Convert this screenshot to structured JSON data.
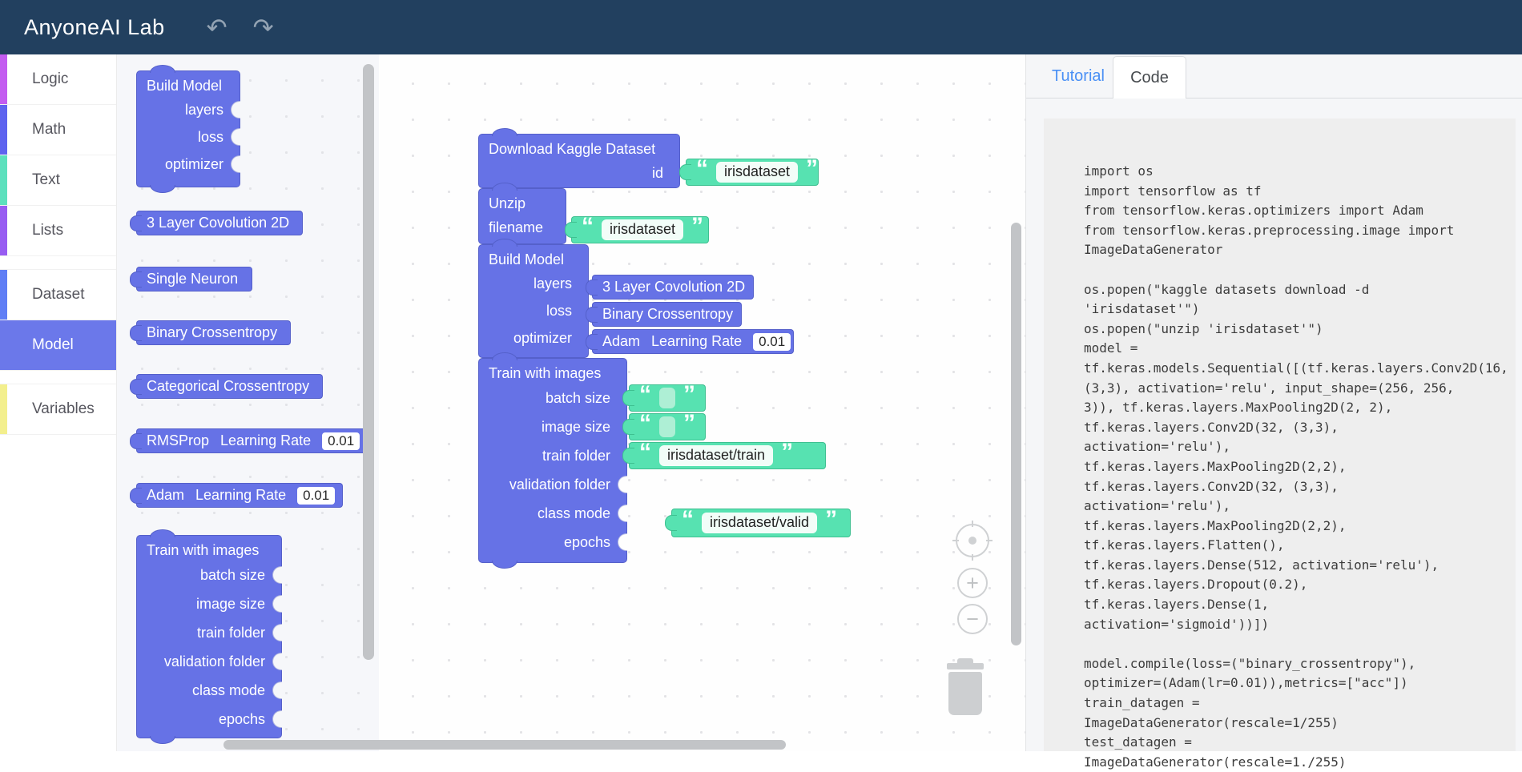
{
  "navbar": {
    "title": "AnyoneAI Lab",
    "undo_glyph": "↶",
    "redo_glyph": "↷"
  },
  "glyphs": {
    "quote_open": "“",
    "quote_close": "”",
    "zoom_in": "+",
    "zoom_out": "−"
  },
  "colors": {
    "navbar_bg": "#22405f",
    "block_blue": "#6672e6",
    "block_green": "#57e2b1",
    "selected_category_bg": "#6b78ea",
    "tutorial_link_blue": "#4a90f5"
  },
  "sidebar": {
    "categories": [
      {
        "label": "Logic",
        "color": "#c35cf0"
      },
      {
        "label": "Math",
        "color": "#5e63ef"
      },
      {
        "label": "Text",
        "color": "#5ce0bd"
      },
      {
        "label": "Lists",
        "color": "#985df2"
      },
      {
        "label": "Dataset",
        "color": "#5f7ef5"
      },
      {
        "label": "Model",
        "color": "#6b78ea",
        "selected": true
      },
      {
        "label": "Variables",
        "color": "#f3ef8d"
      }
    ]
  },
  "toolbox": {
    "blocks": [
      {
        "type": "statement",
        "label": "Build Model",
        "inputs": [
          "layers",
          "loss",
          "optimizer"
        ]
      },
      {
        "type": "value",
        "label": "3 Layer Covolution 2D"
      },
      {
        "type": "value",
        "label": "Single Neuron"
      },
      {
        "type": "value",
        "label": "Binary Crossentropy"
      },
      {
        "type": "value",
        "label": "Categorical Crossentropy"
      },
      {
        "type": "value",
        "label": "RMSProp",
        "field_label": "Learning Rate",
        "field_value": "0.01"
      },
      {
        "type": "value",
        "label": "Adam",
        "field_label": "Learning Rate",
        "field_value": "0.01"
      },
      {
        "type": "statement",
        "label": "Train with images",
        "inputs": [
          "batch size",
          "image size",
          "train folder",
          "validation folder",
          "class mode",
          "epochs"
        ]
      }
    ]
  },
  "canvas": {
    "download_block": {
      "label": "Download Kaggle Dataset",
      "input_label": "id",
      "text_value": "irisdataset"
    },
    "unzip_block": {
      "label": "Unzip",
      "input_label": "filename",
      "text_value": "irisdataset"
    },
    "build_model_block": {
      "label": "Build Model",
      "inputs": [
        "layers",
        "loss",
        "optimizer"
      ],
      "layers_value": "3 Layer Covolution 2D",
      "loss_value": "Binary Crossentropy",
      "optimizer_value": {
        "label": "Adam",
        "field_label": "Learning Rate",
        "field_value": "0.01"
      }
    },
    "train_block": {
      "label": "Train with images",
      "inputs": [
        "batch size",
        "image size",
        "train folder",
        "validation folder",
        "class mode",
        "epochs"
      ],
      "batch_size_value": "",
      "image_size_value": "",
      "train_folder_value": "irisdataset/train"
    },
    "floating_text_block": {
      "value": "irisdataset/valid"
    }
  },
  "panel": {
    "tabs": [
      "Tutorial",
      "Code"
    ],
    "active_tab": "Code",
    "code_text": "import os\nimport tensorflow as tf\nfrom tensorflow.keras.optimizers import Adam\nfrom tensorflow.keras.preprocessing.image import\nImageDataGenerator\n\nos.popen(\"kaggle datasets download -d\n'irisdataset'\")\nos.popen(\"unzip 'irisdataset'\")\nmodel =\ntf.keras.models.Sequential([(tf.keras.layers.Conv2D(16,\n(3,3), activation='relu', input_shape=(256, 256,\n3)), tf.keras.layers.MaxPooling2D(2, 2),\ntf.keras.layers.Conv2D(32, (3,3),\nactivation='relu'),\ntf.keras.layers.MaxPooling2D(2,2),\ntf.keras.layers.Conv2D(32, (3,3),\nactivation='relu'),\ntf.keras.layers.MaxPooling2D(2,2),\ntf.keras.layers.Flatten(),\ntf.keras.layers.Dense(512, activation='relu'),\ntf.keras.layers.Dropout(0.2),\ntf.keras.layers.Dense(1,\nactivation='sigmoid'))])\n\nmodel.compile(loss=(\"binary_crossentropy\"),\noptimizer=(Adam(lr=0.01)),metrics=[\"acc\"])\ntrain_datagen =\nImageDataGenerator(rescale=1/255)\ntest_datagen =\nImageDataGenerator(rescale=1./255)"
  }
}
